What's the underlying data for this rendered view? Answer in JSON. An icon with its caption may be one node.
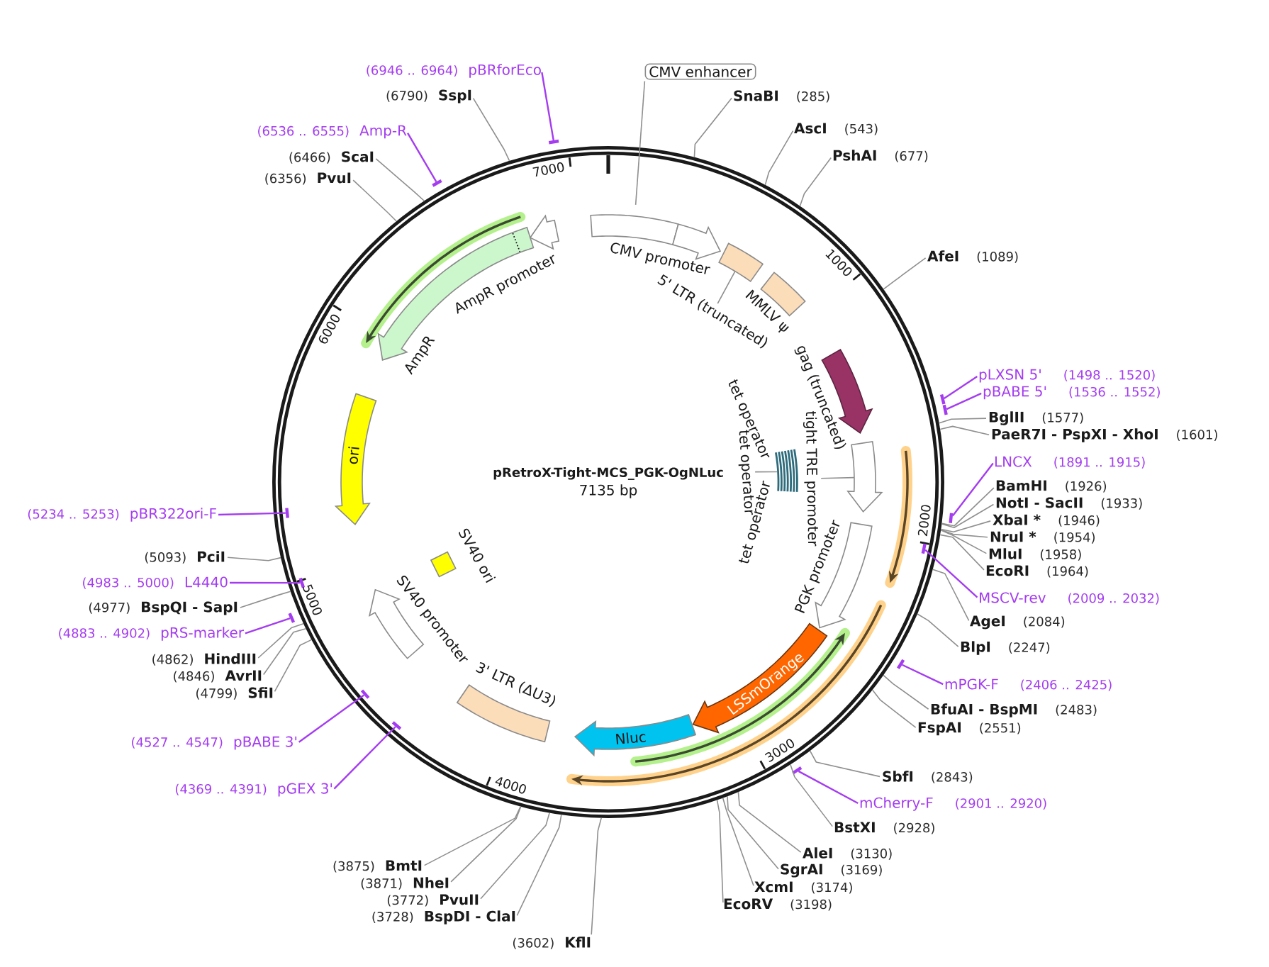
{
  "diagram": {
    "nodes": [
      {
        "text": [
          "pRetroX-Tight-MCS_PGK-OgNLuc",
          "7135 bp"
        ]
      },
      {
        "text": [],
        "shape": "box",
        "in": 0
      },
      {
        "text": [
          "CMV promoter"
        ],
        "in": 0
      },
      {
        "text": [],
        "shape": "box",
        "in": 0
      },
      {
        "text": [
          "5' LTR (truncated)"
        ],
        "in": 0
      },
      {
        "text": [
          "MMLV ψ"
        ],
        "in": 0
      },
      {
        "text": [
          "gag (truncated)"
        ],
        "in": 0
      },
      {
        "text": [],
        "shape": "arrow",
        "in": 0
      },
      {
        "text": [
          "tight TRE promoter"
        ],
        "in": 0
      },
      {
        "text": [],
        "shape": "bar",
        "in": 0
      },
      {
        "text": [],
        "shape": "bar",
        "in": 0
      },
      {
        "text": [],
        "shape": "bar",
        "in": 0
      },
      {
        "text": [],
        "shape": "bar",
        "in": 0
      },
      {
        "text": [],
        "shape": "bar",
        "in": 0
      },
      {
        "text": [],
        "shape": "bar",
        "in": 0
      },
      {
        "text": [],
        "shape": "bar",
        "in": 0
      },
      {
        "text": [
          "tet operator"
        ],
        "in": 0
      },
      {
        "text": [
          "PGK promoter"
        ],
        "in": 0
      },
      {
        "text": [
          "LSSmOrange"
        ],
        "in": 0
      },
      {
        "text": [
          "Nluc"
        ],
        "in": 0
      },
      {
        "text": [
          "3' LTR (ΔU3)"
        ],
        "in": 0
      },
      {
        "text": [
          "SV40 promoter"
        ],
        "in": 0
      },
      {
        "text": [
          "SV40 ori"
        ],
        "in": 0
      },
      {
        "text": [
          "ori"
        ],
        "in": 0
      },
      {
        "text": [
          "AmpR"
        ],
        "in": 0
      },
      {
        "text": [
          "AmpR promoter"
        ],
        "in": 0
      },
      {
        "text": [
          "CMV enhancer"
        ]
      },
      {
        "text": [
          "SnaBI",
          "(285)"
        ]
      },
      {
        "text": [
          "AscI",
          "(543)"
        ]
      },
      {
        "text": [
          "PshAI",
          "(677)"
        ]
      },
      {
        "text": [
          "AfeI",
          "(1089)"
        ]
      },
      {
        "text": [
          "pLXSN 5'",
          "(1498 .. 1520)"
        ]
      },
      {
        "text": [],
        "shape": "bar"
      },
      {
        "text": [
          "pBABE 5'",
          "(1536 .. 1552)"
        ]
      },
      {
        "text": [],
        "shape": "bar"
      },
      {
        "text": [
          "BglII",
          "(1577)"
        ]
      },
      {
        "text": [
          "PaeR7I - PspXI - XhoI",
          "(1601)"
        ]
      },
      {
        "text": [
          "LNCX",
          "(1891 .. 1915)"
        ]
      },
      {
        "text": [],
        "shape": "bar"
      },
      {
        "text": [
          "BamHI",
          "(1926)"
        ]
      },
      {
        "text": [
          "NotI - SacII",
          "(1933)"
        ]
      },
      {
        "text": [
          "XbaI *",
          "(1946)"
        ]
      },
      {
        "text": [
          "NruI *",
          "(1954)"
        ]
      },
      {
        "text": [
          "MluI",
          "(1958)"
        ]
      },
      {
        "text": [
          "EcoRI",
          "(1964)"
        ]
      },
      {
        "text": [
          "MSCV-rev",
          "(2009 .. 2032)"
        ]
      },
      {
        "text": [],
        "shape": "bar",
        "in": 0
      },
      {
        "text": [
          "AgeI",
          "(2084)"
        ]
      },
      {
        "text": [
          "BlpI",
          "(2247)"
        ]
      },
      {
        "text": [
          "mPGK-F",
          "(2406 .. 2425)"
        ]
      },
      {
        "text": [],
        "shape": "bar"
      },
      {
        "text": [
          "BfuAI - BspMI",
          "(2483)"
        ]
      },
      {
        "text": [
          "FspAI",
          "(2551)"
        ]
      },
      {
        "text": [
          "SbfI",
          "(2843)"
        ]
      },
      {
        "text": [
          "mCherry-F",
          "(2901 .. 2920)"
        ]
      },
      {
        "text": [],
        "shape": "bar"
      },
      {
        "text": [
          "BstXI",
          "(2928)"
        ]
      },
      {
        "text": [
          "AleI",
          "(3130)"
        ]
      },
      {
        "text": [
          "SgrAI",
          "(3169)"
        ]
      },
      {
        "text": [
          "XcmI",
          "(3174)"
        ]
      },
      {
        "text": [
          "EcoRV",
          "(3198)"
        ]
      },
      {
        "text": [
          "(3602)",
          "KflI"
        ]
      },
      {
        "text": [
          "(3728)",
          "BspDI - ClaI"
        ]
      },
      {
        "text": [
          "(3772)",
          "PvuII"
        ]
      },
      {
        "text": [
          "(3871)",
          "NheI"
        ]
      },
      {
        "text": [
          "(3875)",
          "BmtI"
        ]
      },
      {
        "text": [
          "(4369 .. 4391)",
          "pGEX 3'"
        ]
      },
      {
        "text": [],
        "shape": "bar",
        "in": 0
      },
      {
        "text": [
          "(4527 .. 4547)",
          "pBABE 3'"
        ]
      },
      {
        "text": [],
        "shape": "bar",
        "in": 0
      },
      {
        "text": [
          "(4799)",
          "SfiI"
        ]
      },
      {
        "text": [
          "(4846)",
          "AvrII"
        ]
      },
      {
        "text": [
          "(4862)",
          "HindIII"
        ]
      },
      {
        "text": [
          "(4883 .. 4902)",
          "pRS-marker"
        ]
      },
      {
        "text": [],
        "shape": "bar"
      },
      {
        "text": [
          "(4977)",
          "BspQI - SapI"
        ]
      },
      {
        "text": [
          "(4983 .. 5000)",
          "L4440"
        ]
      },
      {
        "text": [],
        "shape": "bar",
        "in": 0
      },
      {
        "text": [
          "(5093)",
          "PciI"
        ]
      },
      {
        "text": [
          "(5234 .. 5253)",
          "pBR322ori-F"
        ]
      },
      {
        "text": [],
        "shape": "bar",
        "in": 0
      },
      {
        "text": [
          "(6356)",
          "PvuI"
        ]
      },
      {
        "text": [
          "(6466)",
          "ScaI"
        ]
      },
      {
        "text": [
          "(6536 .. 6555)",
          "Amp-R"
        ]
      },
      {
        "text": [],
        "shape": "bar"
      },
      {
        "text": [
          "(6790)",
          "SspI"
        ]
      },
      {
        "text": [
          "(6946 .. 6964)",
          "pBRforEco"
        ]
      },
      {
        "text": [],
        "shape": "bar"
      }
    ],
    "edges": [
      {
        "from": 26,
        "to": 1,
        "arrow": "none"
      },
      {
        "from": 4,
        "to": 3,
        "arrow": "none"
      },
      {
        "from": 8,
        "to": 7,
        "arrow": "none"
      },
      {
        "from": 16,
        "to": 9,
        "arrow": "none"
      },
      {
        "from": 27,
        "to": 0,
        "arrow": "none"
      },
      {
        "from": 28,
        "to": 0,
        "arrow": "none"
      },
      {
        "from": 29,
        "to": 0,
        "arrow": "none"
      },
      {
        "from": 30,
        "to": 0,
        "arrow": "none"
      },
      {
        "from": 31,
        "to": 32,
        "arrow": "none",
        "color": "#a43cf0"
      },
      {
        "from": 33,
        "to": 34,
        "arrow": "none",
        "color": "#a43cf0"
      },
      {
        "from": 35,
        "to": 0,
        "arrow": "none"
      },
      {
        "from": 36,
        "to": 0,
        "arrow": "none"
      },
      {
        "from": 37,
        "to": 38,
        "arrow": "none",
        "color": "#a43cf0"
      },
      {
        "from": 39,
        "to": 0,
        "arrow": "none"
      },
      {
        "from": 40,
        "to": 0,
        "arrow": "none"
      },
      {
        "from": 41,
        "to": 0,
        "arrow": "none"
      },
      {
        "from": 42,
        "to": 0,
        "arrow": "none"
      },
      {
        "from": 43,
        "to": 0,
        "arrow": "none"
      },
      {
        "from": 44,
        "to": 0,
        "arrow": "none"
      },
      {
        "from": 45,
        "to": 46,
        "arrow": "none",
        "color": "#a43cf0"
      },
      {
        "from": 47,
        "to": 0,
        "arrow": "none"
      },
      {
        "from": 48,
        "to": 0,
        "arrow": "none"
      },
      {
        "from": 49,
        "to": 50,
        "arrow": "none",
        "color": "#a43cf0"
      },
      {
        "from": 51,
        "to": 0,
        "arrow": "none"
      },
      {
        "from": 52,
        "to": 0,
        "arrow": "none"
      },
      {
        "from": 53,
        "to": 0,
        "arrow": "none"
      },
      {
        "from": 54,
        "to": 55,
        "arrow": "none",
        "color": "#a43cf0"
      },
      {
        "from": 56,
        "to": 0,
        "arrow": "none"
      },
      {
        "from": 57,
        "to": 0,
        "arrow": "none"
      },
      {
        "from": 58,
        "to": 0,
        "arrow": "none"
      },
      {
        "from": 59,
        "to": 0,
        "arrow": "none"
      },
      {
        "from": 60,
        "to": 0,
        "arrow": "none"
      },
      {
        "from": 61,
        "to": 0,
        "arrow": "none"
      },
      {
        "from": 62,
        "to": 0,
        "arrow": "none"
      },
      {
        "from": 63,
        "to": 0,
        "arrow": "none"
      },
      {
        "from": 64,
        "to": 0,
        "arrow": "none"
      },
      {
        "from": 65,
        "to": 0,
        "arrow": "none"
      },
      {
        "from": 66,
        "to": 67,
        "arrow": "none",
        "color": "#a43cf0"
      },
      {
        "from": 68,
        "to": 69,
        "arrow": "none",
        "color": "#a43cf0"
      },
      {
        "from": 70,
        "to": 0,
        "arrow": "none"
      },
      {
        "from": 71,
        "to": 0,
        "arrow": "none"
      },
      {
        "from": 72,
        "to": 0,
        "arrow": "none"
      },
      {
        "from": 73,
        "to": 74,
        "arrow": "none",
        "color": "#a43cf0"
      },
      {
        "from": 75,
        "to": 0,
        "arrow": "none"
      },
      {
        "from": 76,
        "to": 77,
        "arrow": "none",
        "color": "#a43cf0"
      },
      {
        "from": 78,
        "to": 0,
        "arrow": "none"
      },
      {
        "from": 79,
        "to": 80,
        "arrow": "none",
        "color": "#a43cf0"
      },
      {
        "from": 81,
        "to": 0,
        "arrow": "none"
      },
      {
        "from": 82,
        "to": 0,
        "arrow": "none"
      },
      {
        "from": 83,
        "to": 84,
        "arrow": "none",
        "color": "#a43cf0"
      },
      {
        "from": 85,
        "to": 0,
        "arrow": "none"
      },
      {
        "from": 86,
        "to": 87,
        "arrow": "none",
        "color": "#a43cf0"
      }
    ],
    "labels": [
      "1000",
      "2000",
      "3000",
      "4000",
      "5000",
      "6000",
      "7000",
      "tet operator",
      "tet operator"
    ]
  }
}
